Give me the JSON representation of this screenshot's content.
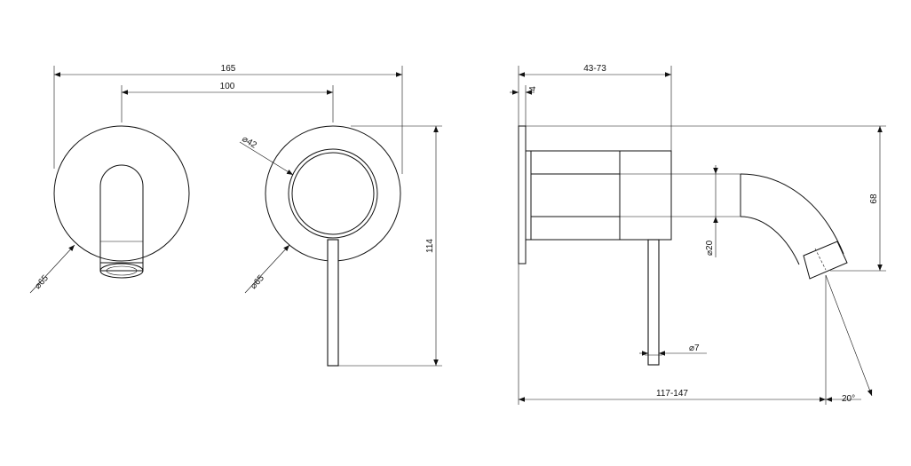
{
  "drawing": {
    "front_view": {
      "overall_width": "165",
      "centers_distance": "100",
      "height": "114",
      "spout_plate_diameter": "65",
      "lever_plate_diameter": "65",
      "lever_hub_diameter": "42"
    },
    "side_view": {
      "wall_depth_range": "43-73",
      "plate_thickness": "4",
      "spout_height": "68",
      "pipe_diameter": "20",
      "lever_diameter": "7",
      "projection_range": "117-147",
      "spout_angle": "20°"
    },
    "diameter_symbol": "⌀",
    "line_color": "#111111",
    "background_color": "#ffffff"
  }
}
